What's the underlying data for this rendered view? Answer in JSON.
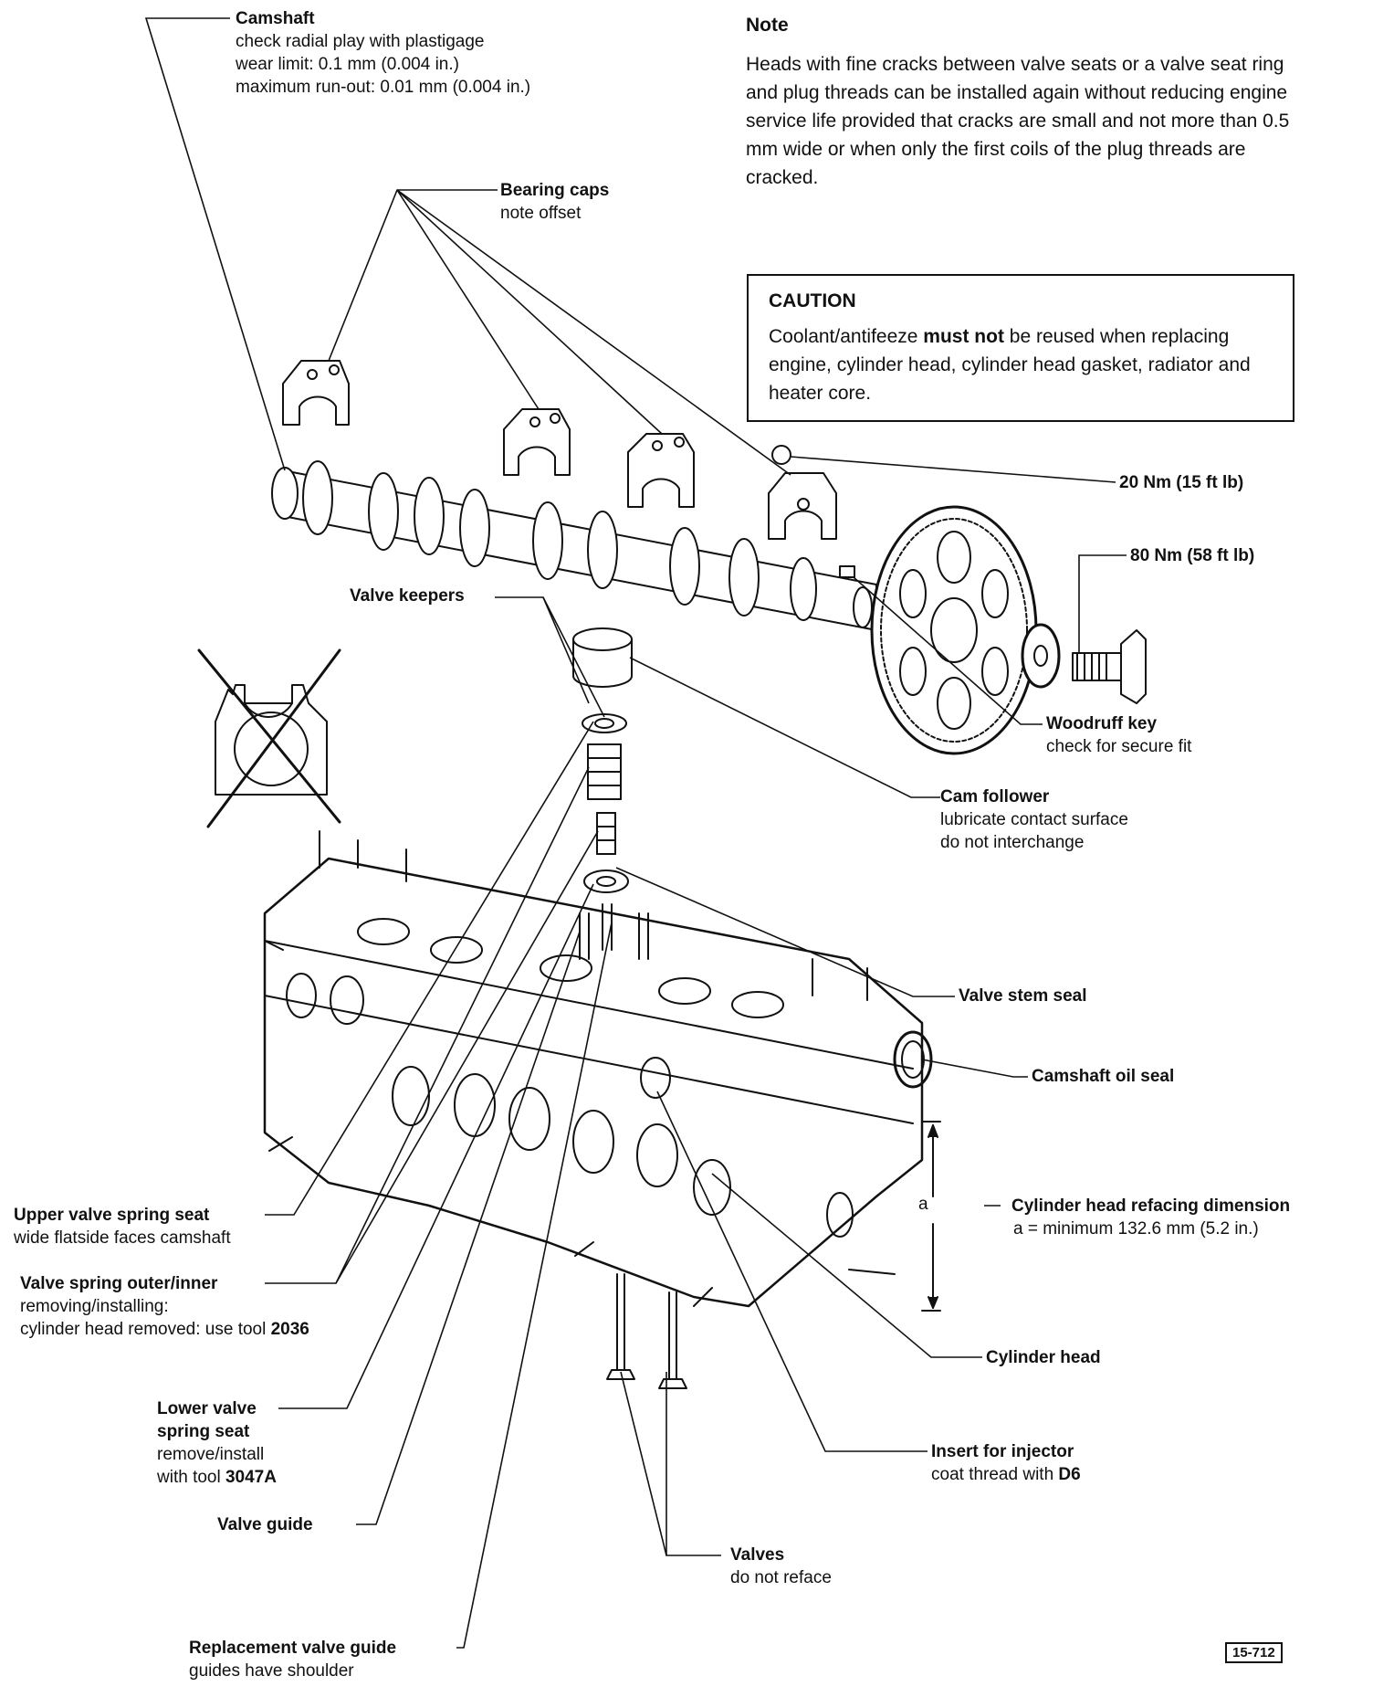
{
  "note": {
    "title": "Note",
    "text": "Heads with fine cracks between valve seats or a valve seat ring and plug threads can be installed again without reducing engine service life provided that cracks are small and not more than 0.5 mm wide or when only the first coils of the plug threads are cracked."
  },
  "caution": {
    "title": "CAUTION",
    "text_before": "Coolant/antifeeze ",
    "text_bold": "must not",
    "text_after": " be reused when replacing engine, cylinder head, cylinder head gasket, radiator and heater core."
  },
  "labels": {
    "camshaft": {
      "title": "Camshaft",
      "l1": "check radial play with plastigage",
      "l2": "wear limit: 0.1 mm (0.004 in.)",
      "l3": "maximum run-out: 0.01 mm (0.004 in.)"
    },
    "bearing_caps": {
      "title": "Bearing caps",
      "l1": "note offset"
    },
    "torque_20": {
      "title": "20 Nm (15 ft lb)"
    },
    "torque_80": {
      "title": "80 Nm (58 ft lb)"
    },
    "valve_keepers": {
      "title": "Valve keepers"
    },
    "woodruff_key": {
      "title": "Woodruff key",
      "l1": "check for secure fit"
    },
    "cam_follower": {
      "title": "Cam follower",
      "l1": "lubricate contact surface",
      "l2": "do not interchange"
    },
    "valve_stem_seal": {
      "title": "Valve stem seal"
    },
    "camshaft_oil_seal": {
      "title": "Camshaft oil seal"
    },
    "refacing": {
      "title": "Cylinder head refacing dimension",
      "l1": "a = minimum 132.6 mm (5.2 in.)"
    },
    "upper_seat": {
      "title": "Upper valve spring seat",
      "l1": "wide flatside faces camshaft"
    },
    "valve_spring": {
      "title": "Valve spring outer/inner",
      "l1": "removing/installing:",
      "l2_pre": "cylinder head removed: use tool ",
      "l2_bold": "2036"
    },
    "cylinder_head": {
      "title": "Cylinder head"
    },
    "lower_seat": {
      "title1": "Lower valve",
      "title2": "spring seat",
      "l1": "remove/install",
      "l2_pre": "with tool ",
      "l2_bold": "3047A"
    },
    "insert_injector": {
      "title": "Insert for injector",
      "l1_pre": "coat thread with ",
      "l1_bold": "D6"
    },
    "valve_guide": {
      "title": "Valve guide"
    },
    "valves": {
      "title": "Valves",
      "l1": "do not reface"
    },
    "replacement_guide": {
      "title": "Replacement valve guide",
      "l1": "guides have shoulder"
    },
    "dim_a": "a"
  },
  "figure_number": "15-712"
}
